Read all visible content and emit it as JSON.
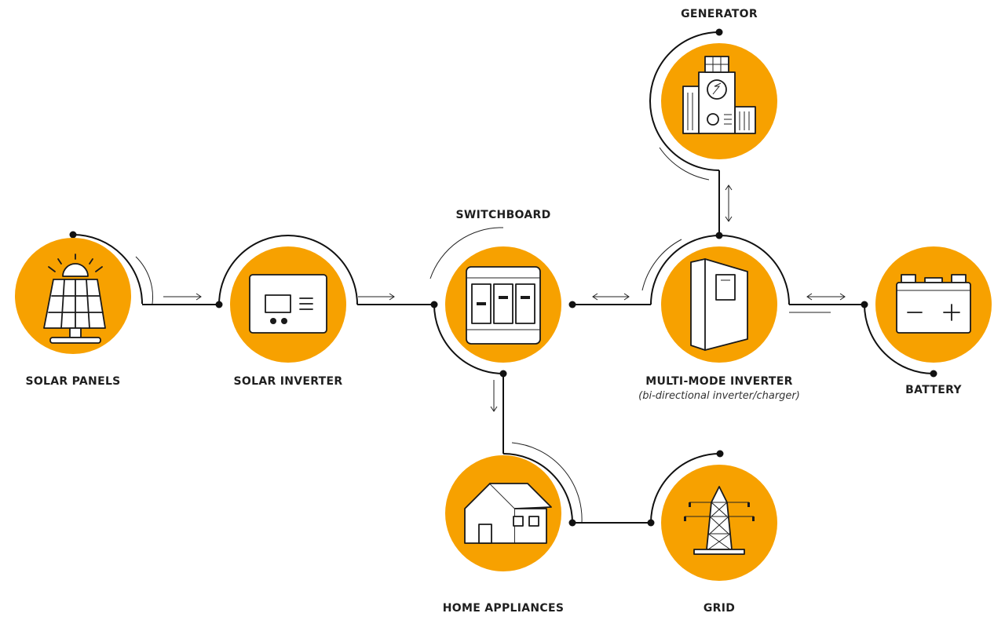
{
  "nodes": {
    "solar_panels": "SOLAR PANELS",
    "solar_inverter": "SOLAR INVERTER",
    "switchboard": "SWITCHBOARD",
    "multi_mode_inverter": "MULTI-MODE INVERTER",
    "multi_mode_inverter_sub": "(bi-directional inverter/charger)",
    "battery": "BATTERY",
    "generator": "GENERATOR",
    "home_appliances": "HOME APPLIANCES",
    "grid": "GRID"
  },
  "colors": {
    "node_fill": "#F7A100",
    "line": "#111111",
    "label": "#1f1f1f"
  },
  "icons": {
    "solar_panels": "solar-panel-icon",
    "solar_inverter": "inverter-icon",
    "switchboard": "switchboard-icon",
    "multi_mode_inverter": "inverter-cabinet-icon",
    "battery": "battery-icon",
    "generator": "power-plant-icon",
    "home_appliances": "house-icon",
    "grid": "pylon-icon"
  }
}
